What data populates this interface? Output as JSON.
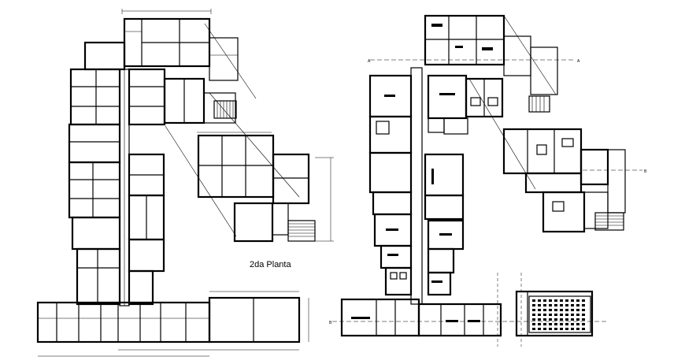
{
  "drawing": {
    "plan_left_label": "2da Planta",
    "axis_markers": [
      "A",
      "A",
      "B",
      "B"
    ]
  },
  "colors": {
    "line": "#000000",
    "background": "#ffffff"
  }
}
